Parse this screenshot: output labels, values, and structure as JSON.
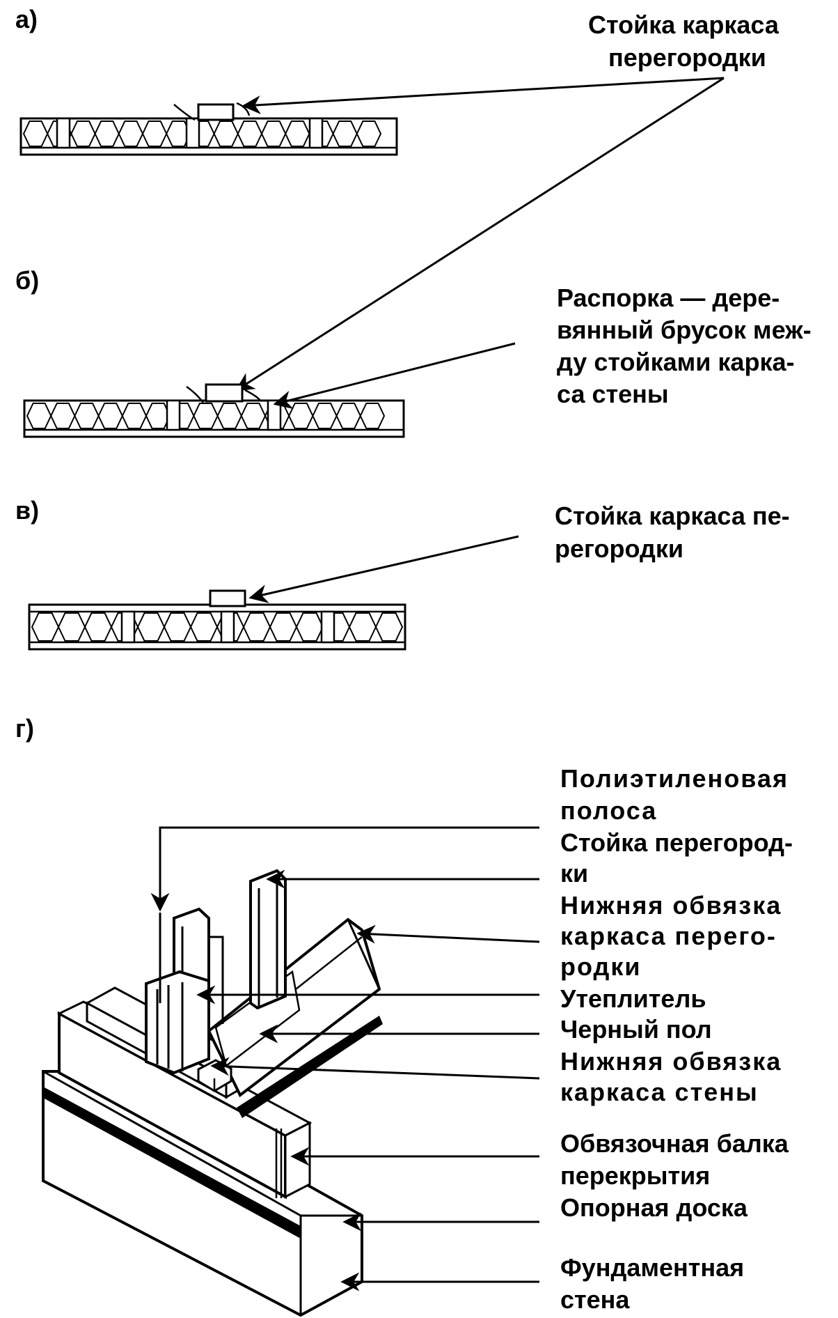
{
  "panels": {
    "a": {
      "letter": "а)",
      "label_lines": [
        "Стойка каркаса",
        "перегородки"
      ]
    },
    "b": {
      "letter": "б)",
      "label_lines": [
        "Распорка — дере-",
        "вянный брусок меж-",
        "ду стойками карка-",
        "са стены"
      ]
    },
    "v": {
      "letter": "в)",
      "label_lines": [
        "Стойка каркаса пе-",
        "регородки"
      ]
    },
    "g": {
      "letter": "г)",
      "label_lines": [
        "Полиэтиленовая",
        "полоса",
        "Стойка перегород-",
        "ки",
        "Нижняя обвязка",
        "каркаса перего-",
        "родки",
        "Утеплитель",
        "Черный пол",
        "Нижняя обвязка",
        "каркаса стены",
        "Обвязочная балка",
        "перекрытия",
        "Опорная доска",
        "Фундаментная",
        "стена"
      ]
    }
  },
  "icons": {
    "leader_arrow": "arrow-head-icon"
  },
  "colors": {
    "ink": "#000000",
    "paper": "#ffffff"
  }
}
